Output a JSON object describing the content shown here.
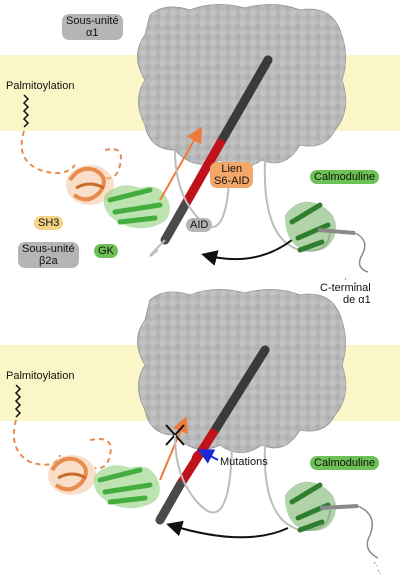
{
  "panel_top": {
    "subunit_alpha1": {
      "line1": "Sous-unité",
      "line2": "α1"
    },
    "palmitoylation": "Palmitoylation",
    "lien": {
      "line1": "Lien",
      "line2": "S6-AID"
    },
    "calmodulin": "Calmoduline",
    "sh3": "SH3",
    "gk": "GK",
    "aid": "AID",
    "subunit_beta2a": {
      "line1": "Sous-unité",
      "line2": "β2a"
    },
    "c_terminal": {
      "line1": "C-terminal",
      "line2": "de α1"
    }
  },
  "panel_bottom": {
    "palmitoylation": "Palmitoylation",
    "mutations": "Mutations",
    "calmodulin": "Calmoduline"
  },
  "colors": {
    "membrane": "#fbf6c8",
    "channel": "#b9b9b9",
    "helix_dark": "#3a3a3a",
    "helix_red": "#c0121a",
    "beta_orange": "#e88c4e",
    "gk_green": "#44ad3f",
    "calmodulin_green": "#2f7d2f",
    "arrow_orange": "#ef7a3a",
    "arrow_blue": "#1a2bd6"
  }
}
